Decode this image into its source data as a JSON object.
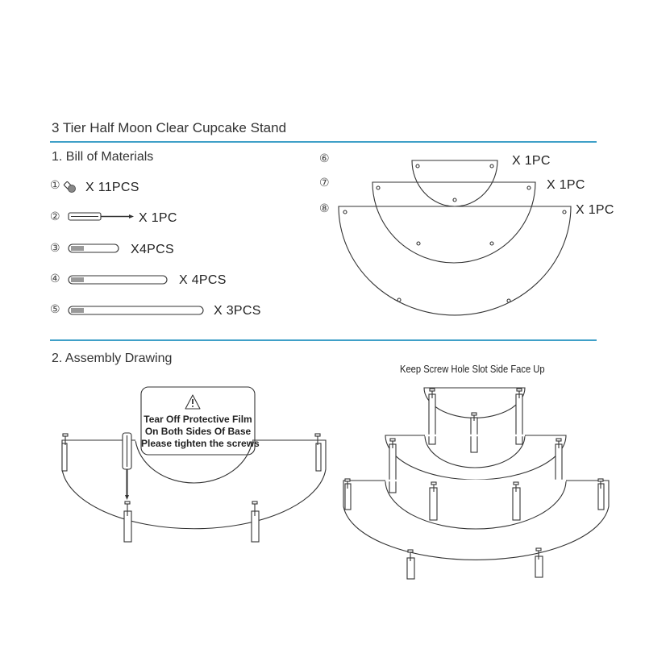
{
  "title": "3 Tier Half Moon Clear Cupcake Stand",
  "colors": {
    "accent_rule": "#3fa0c8",
    "line": "#333333"
  },
  "bill_of_materials": {
    "heading": "1. Bill of Materials",
    "items": [
      {
        "marker": "①",
        "part": "screw-icon",
        "quantity": "X 11PCS"
      },
      {
        "marker": "②",
        "part": "screwdriver-icon",
        "quantity": "X 1PC"
      },
      {
        "marker": "③",
        "part": "short-rod-icon",
        "quantity": "X4PCS"
      },
      {
        "marker": "④",
        "part": "medium-rod-icon",
        "quantity": "X 4PCS"
      },
      {
        "marker": "⑤",
        "part": "long-rod-icon",
        "quantity": "X 3PCS"
      }
    ],
    "plates": [
      {
        "marker": "⑥",
        "part": "small-half-moon-plate",
        "quantity": "X 1PC"
      },
      {
        "marker": "⑦",
        "part": "medium-half-moon-plate",
        "quantity": "X 1PC"
      },
      {
        "marker": "⑧",
        "part": "large-half-moon-plate",
        "quantity": "X 1PC"
      }
    ]
  },
  "assembly": {
    "heading": "2. Assembly Drawing",
    "warning_icon": "warning-triangle-icon",
    "warning_lines": [
      "Tear Off Protective Film",
      "On Both Sides Of Base",
      "Please tighten the screws"
    ],
    "keep_note": "Keep Screw Hole Slot Side Face Up"
  }
}
